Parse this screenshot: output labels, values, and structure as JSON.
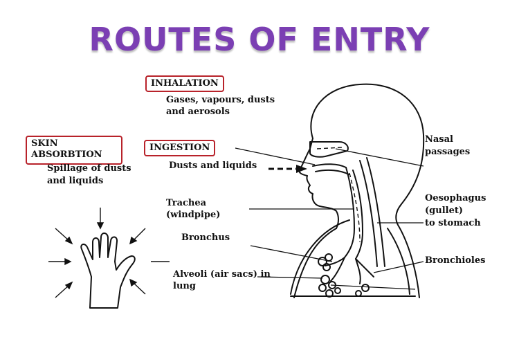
{
  "title": "ROUTES OF ENTRY",
  "routes": {
    "inhalation": {
      "name": "INHALATION",
      "desc_line1": "Gases, vapours, dusts",
      "desc_line2": "and aerosols"
    },
    "ingestion": {
      "name": "INGESTION",
      "desc": "Dusts and liquids"
    },
    "skin": {
      "name_line1": "SKIN",
      "name_line2": "ABSORBTION",
      "desc_line1": "Spillage of dusts",
      "desc_line2": "and liquids"
    }
  },
  "anatomy": {
    "nasal_line1": "Nasal",
    "nasal_line2": "passages",
    "oesophagus_line1": "Oesophagus",
    "oesophagus_line2": "(gullet)",
    "oesophagus_line3": "to stomach",
    "bronchioles": "Bronchioles",
    "trachea_line1": "Trachea",
    "trachea_line2": "(windpipe)",
    "bronchus": "Bronchus",
    "alveoli_line1": "Alveoli (air sacs) in",
    "alveoli_line2": "lung"
  },
  "colors": {
    "title": "#7b3fb3",
    "box_border": "#b8222a",
    "line": "#111111"
  }
}
